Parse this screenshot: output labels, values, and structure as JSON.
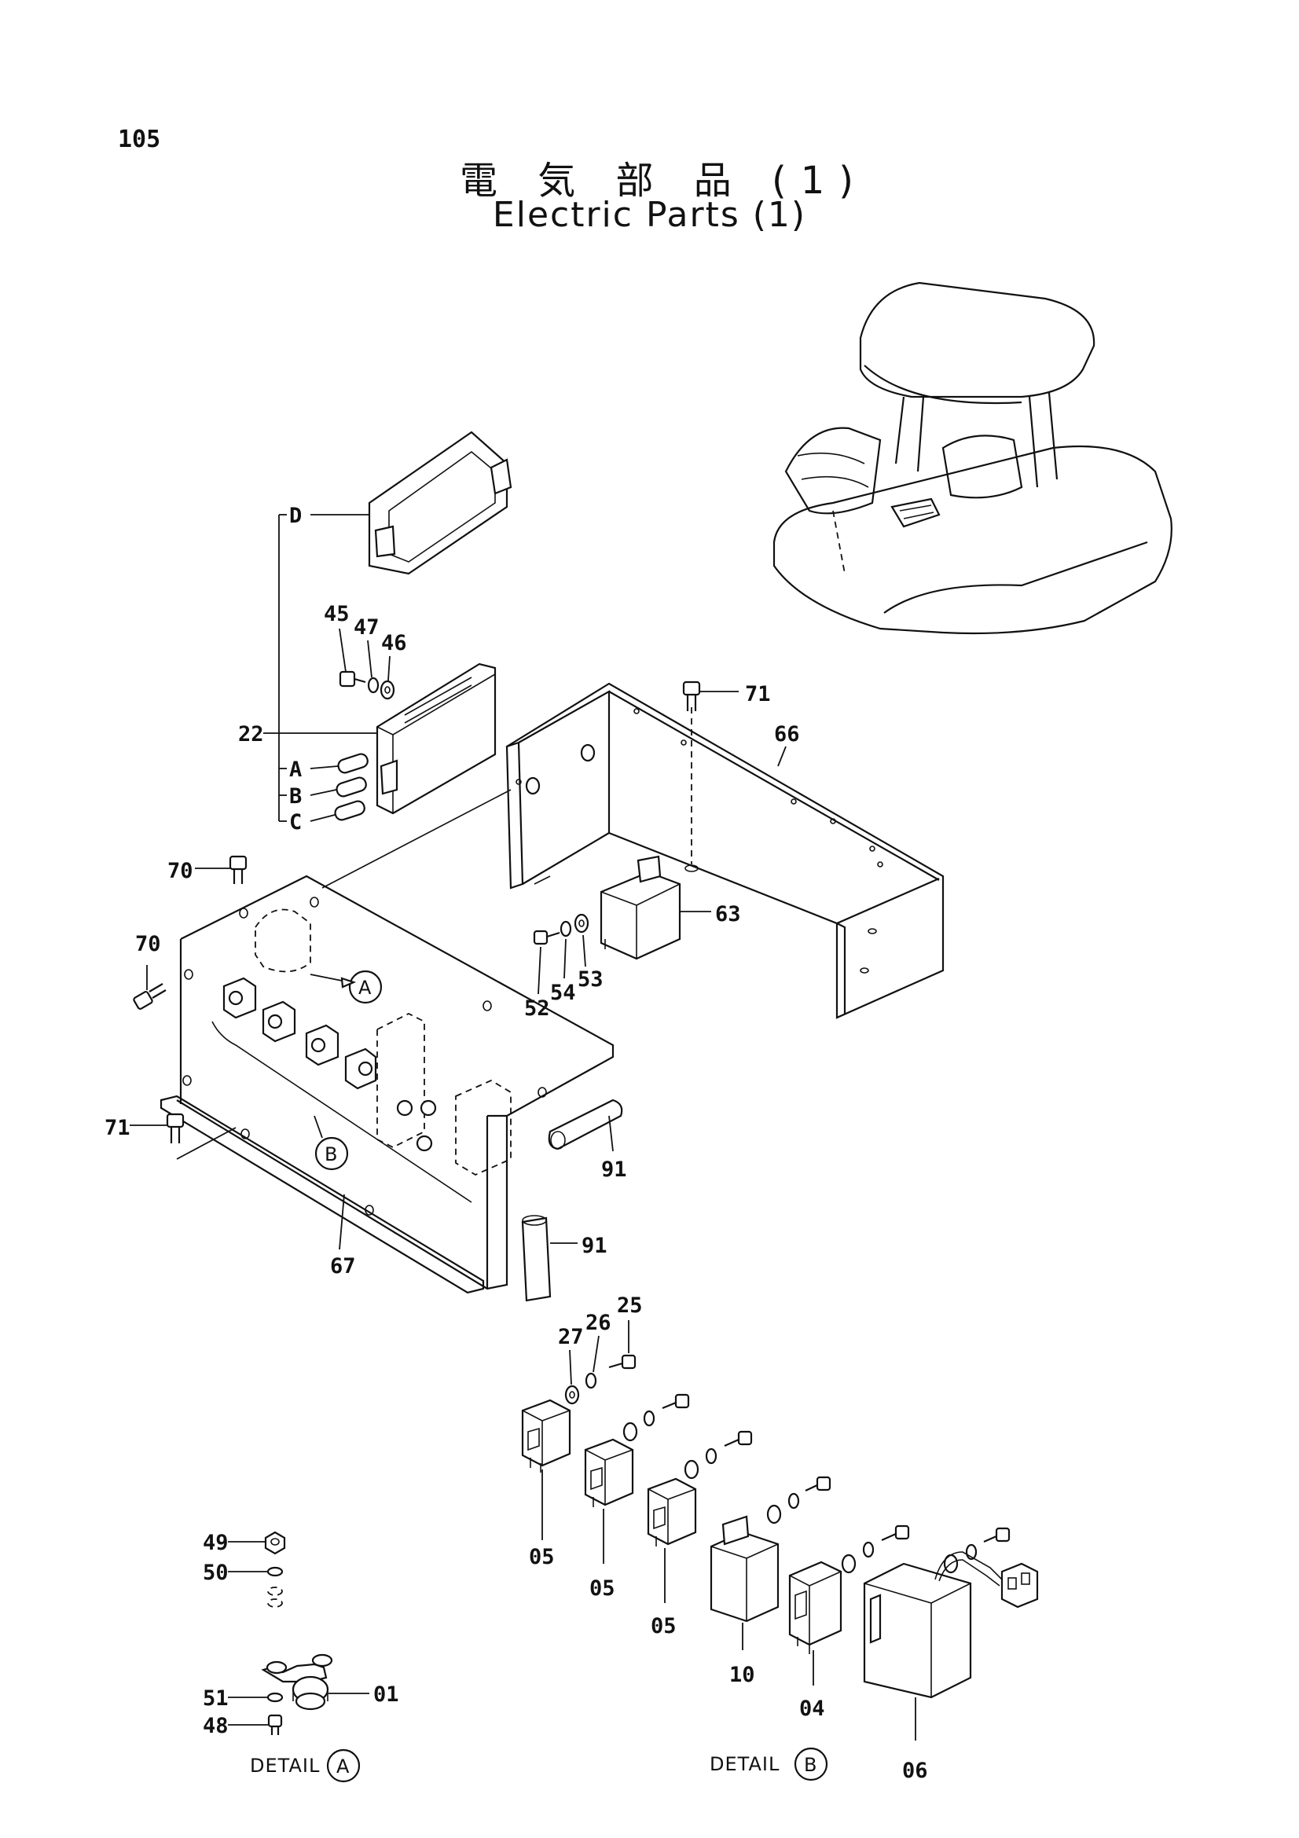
{
  "page": {
    "number": "105",
    "title_ja": "電 気 部 品 (1)",
    "title_en": "Electric Parts (1)"
  },
  "callouts": {
    "c45": "45",
    "c47": "47",
    "c46": "46",
    "c22": "22",
    "cD": "D",
    "cA": "A",
    "cB": "B",
    "cC": "C",
    "c71a": "71",
    "c66": "66",
    "c70a": "70",
    "c70b": "70",
    "c63": "63",
    "c52": "52",
    "c54": "54",
    "c53": "53",
    "c71b": "71",
    "c91a": "91",
    "c91b": "91",
    "c67": "67",
    "c25": "25",
    "c26": "26",
    "c27": "27",
    "c05a": "05",
    "c05b": "05",
    "c05c": "05",
    "c10": "10",
    "c04": "04",
    "c06": "06",
    "c49": "49",
    "c50": "50",
    "c51": "51",
    "c48": "48",
    "c01": "01"
  },
  "detail_refs": {
    "ref_a": "A",
    "ref_b": "B"
  },
  "detail_labels": {
    "detail_a_text": "DETAIL",
    "detail_a_letter": "A",
    "detail_b_text": "DETAIL",
    "detail_b_letter": "B"
  }
}
